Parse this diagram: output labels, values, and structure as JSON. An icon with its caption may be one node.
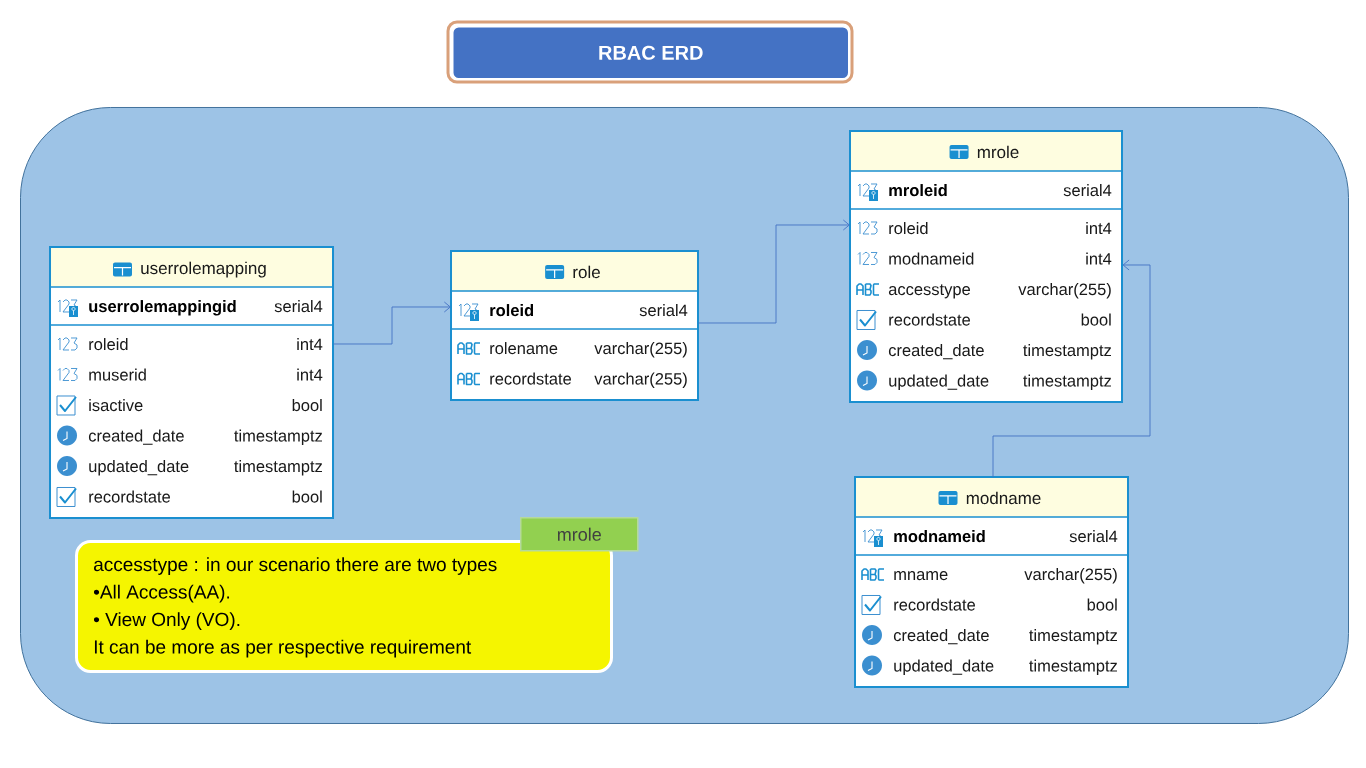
{
  "diagram": {
    "nodes": [
      {
        "text": [
          "RBAC ERD"
        ]
      },
      {
        "text": [],
        "shape": "box"
      },
      {
        "text": [
          "userrolemapping",
          "userrolemappingid",
          "serial4",
          "roleid",
          "int4",
          "muserid",
          "int4",
          "isactive",
          "bool",
          "created_date",
          "timestamptz",
          "updated_date",
          "timestamptz",
          "recordstate",
          "bool"
        ],
        "in": 1
      },
      {
        "text": [
          "role",
          "roleid",
          "serial4",
          "rolename",
          "varchar(255)",
          "recordstate",
          "varchar(255)"
        ],
        "in": 1
      },
      {
        "text": [
          "mrole",
          "mroleid",
          "serial4",
          "roleid",
          "int4",
          "modnameid",
          "int4",
          "accesstype",
          "varchar(255)",
          "recordstate",
          "bool",
          "created_date",
          "timestamptz",
          "updated_date",
          "timestamptz"
        ],
        "in": 1
      },
      {
        "text": [
          "modname",
          "modnameid",
          "serial4",
          "mname",
          "varchar(255)",
          "recordstate",
          "bool",
          "created_date",
          "timestamptz",
          "updated_date",
          "timestamptz"
        ],
        "in": 1
      },
      {
        "text": [
          "accesstype : in our scenario there are two types",
          "•All Access(AA).",
          "• View Only (VO).",
          "It can be more as per respective requirement"
        ],
        "in": 1
      },
      {
        "text": [
          "mrole"
        ],
        "in": 1
      }
    ],
    "edges": [
      {
        "from": 2,
        "to": 3,
        "arrow": "to"
      },
      {
        "from": 3,
        "to": 4,
        "arrow": "to"
      },
      {
        "from": 5,
        "to": 4,
        "arrow": "to"
      }
    ]
  }
}
